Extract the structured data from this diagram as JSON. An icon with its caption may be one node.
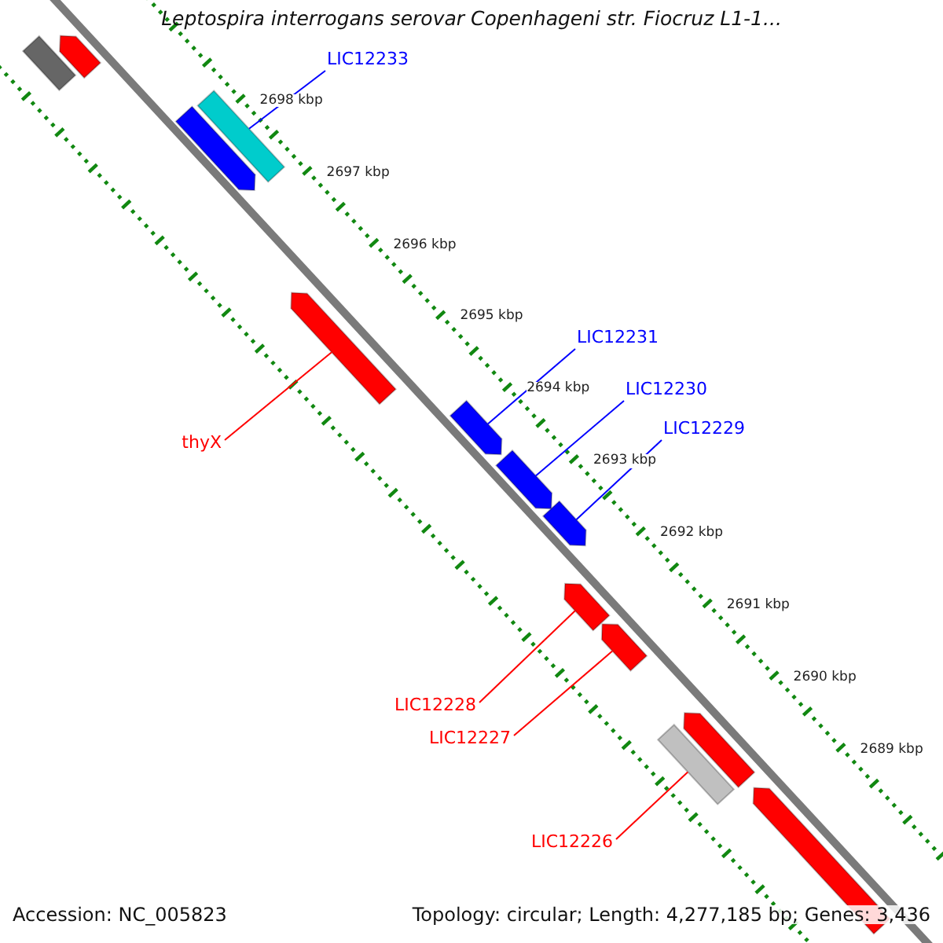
{
  "diagram": {
    "title": "Leptospira interrogans serovar Copenhageni str. Fiocruz L1-1...",
    "nodes": [
      {
        "text": [],
        "shape": "bar"
      },
      {
        "text": [],
        "shape": "arrow"
      },
      {
        "text": [
          "LIC12233"
        ]
      },
      {
        "text": [],
        "shape": "bar"
      },
      {
        "text": [],
        "shape": "arrow"
      },
      {
        "text": [],
        "shape": "arrow"
      },
      {
        "text": [
          "LIC12231"
        ]
      },
      {
        "text": [
          "LIC12230"
        ]
      },
      {
        "text": [
          "LIC12229"
        ]
      },
      {
        "text": [],
        "shape": "arrow"
      },
      {
        "text": [
          "thyX"
        ]
      },
      {
        "text": [],
        "shape": "arrow"
      },
      {
        "text": [],
        "shape": "arrow"
      },
      {
        "text": [],
        "shape": "arrow"
      },
      {
        "text": [],
        "shape": "arrow"
      },
      {
        "text": [
          "LIC12228"
        ]
      },
      {
        "text": [
          "LIC12227"
        ]
      },
      {
        "text": [],
        "shape": "arrow"
      },
      {
        "text": [],
        "shape": "bar"
      },
      {
        "text": [],
        "shape": "arrow"
      },
      {
        "text": [
          "LIC12226"
        ]
      }
    ],
    "edges": [
      {
        "from": 2,
        "to": 3,
        "arrow": "none"
      },
      {
        "from": 6,
        "to": 9,
        "arrow": "none"
      },
      {
        "from": 7,
        "to": 11,
        "arrow": "none"
      },
      {
        "from": 8,
        "to": 12,
        "arrow": "none"
      },
      {
        "from": 10,
        "to": 5,
        "arrow": "none",
        "color": "#ff0000"
      },
      {
        "from": 15,
        "to": 13,
        "arrow": "none",
        "color": "#ff0000"
      },
      {
        "from": 16,
        "to": 14,
        "arrow": "none",
        "color": "#ff0000"
      },
      {
        "from": 20,
        "to": 18,
        "arrow": "none",
        "color": "#ff0000"
      }
    ],
    "labels": [
      "2698 kbp",
      "2697 kbp",
      "2696 kbp",
      "2695 kbp",
      "2694 kbp",
      "2693 kbp",
      "2692 kbp",
      "2691 kbp",
      "2690 kbp",
      "2689 kbp",
      "Accession: NC_005823",
      "Topology: circular; Length: 4,277,185 bp; Genes: 3,436"
    ]
  }
}
